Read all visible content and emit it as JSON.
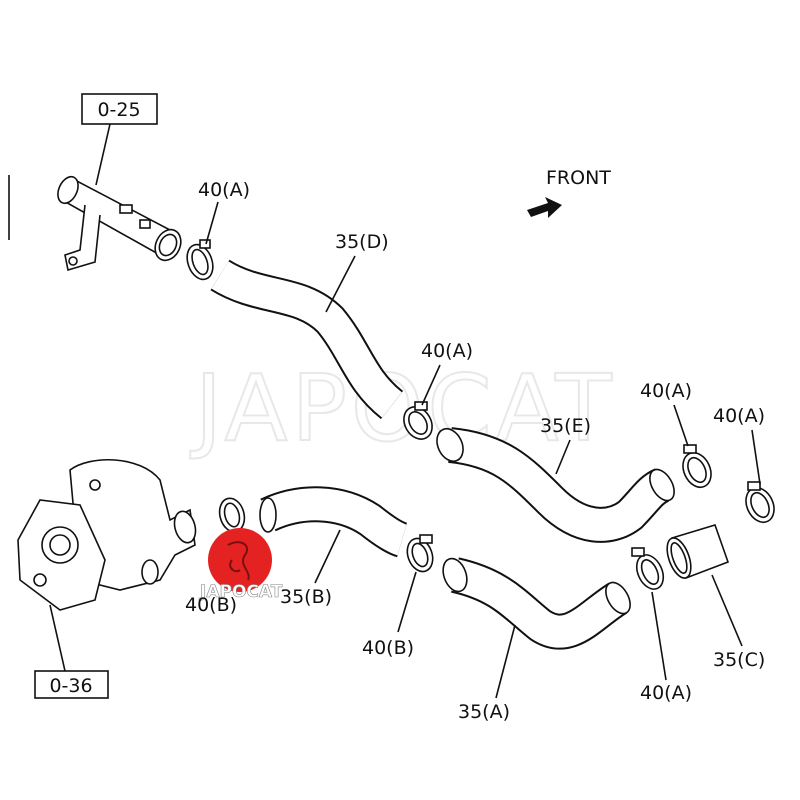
{
  "diagram": {
    "watermark": "JAPOCAT",
    "logo_text": "JAPOCAT",
    "direction_label": "FRONT",
    "ref_boxes": [
      "0-25",
      "0-36"
    ],
    "labels": {
      "clamp_a_top": "40(A)",
      "hose_d": "35(D)",
      "clamp_a_mid": "40(A)",
      "hose_e": "35(E)",
      "clamp_a_right1": "40(A)",
      "clamp_a_right2": "40(A)",
      "clamp_b_left": "40(B)",
      "hose_b": "35(B)",
      "clamp_b_mid": "40(B)",
      "hose_c": "35(C)",
      "clamp_a_bottom": "40(A)",
      "hose_a": "35(A)"
    },
    "colors": {
      "line": "#111111",
      "logo": "#e52222"
    }
  }
}
